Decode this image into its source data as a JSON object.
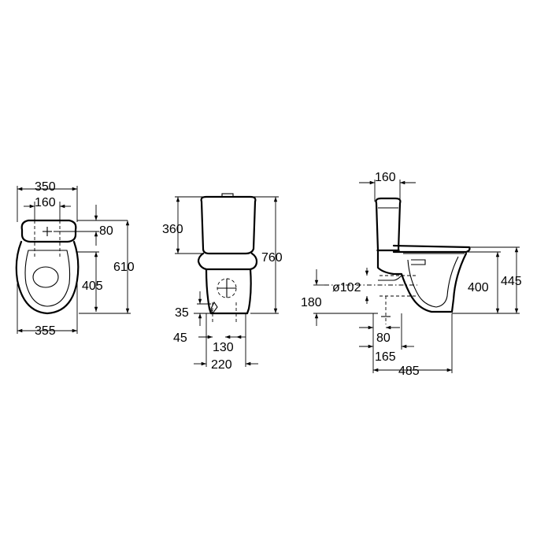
{
  "front_view": {
    "width_top": "350",
    "inlet_spacing": "160",
    "inlet_offset": "80",
    "fixing_offset": "405",
    "total_depth": "610",
    "width_bottom": "355"
  },
  "side_view": {
    "tank_height": "360",
    "total_height": "760",
    "floor_clearance": "35",
    "left_offset": "45",
    "fixing_spacing": "130",
    "base_width": "220"
  },
  "profile_view": {
    "tank_depth": "160",
    "outlet_diameter": "ø102",
    "outlet_height": "180",
    "rim_height": "400",
    "seat_height": "445",
    "fixing_distance": "80",
    "outlet_distance": "165",
    "total_length": "485"
  }
}
